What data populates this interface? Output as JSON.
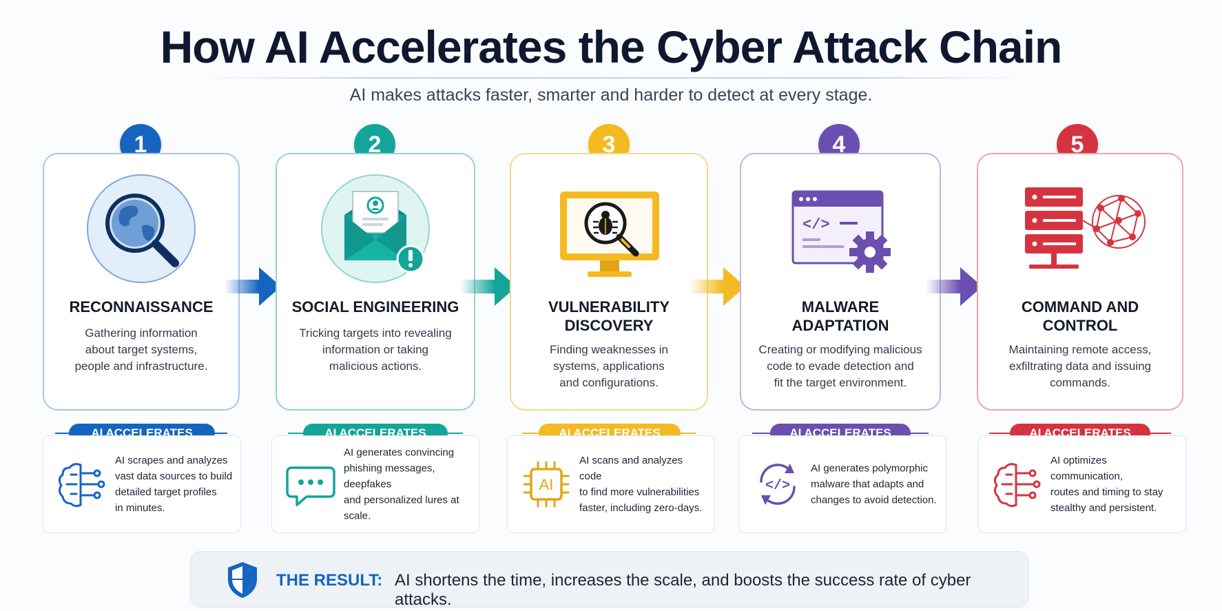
{
  "title": "How AI Accelerates the Cyber Attack Chain",
  "subtitle": "AI makes attacks faster, smarter and harder to detect at every stage.",
  "colors": {
    "blue": "#1565c0",
    "teal": "#14a59a",
    "yellow": "#f5b921",
    "purple": "#6a4fb0",
    "red": "#d63340"
  },
  "stages": [
    {
      "number": "1",
      "name_lines": [
        "RECONNAISSANCE"
      ],
      "description_lines": [
        "Gathering information",
        "about target systems,",
        "people and infrastructure."
      ],
      "icon": "globe-magnifier-icon",
      "accelerates_label": "AI ACCELERATES",
      "accelerates_icon": "brain-circuit-icon",
      "accelerates_lines": [
        "AI scrapes and analyzes",
        "vast data sources to build",
        "detailed target profiles",
        "in minutes."
      ]
    },
    {
      "number": "2",
      "name_lines": [
        "SOCIAL ENGINEERING"
      ],
      "description_lines": [
        "Tricking targets into revealing",
        "information or taking",
        "malicious actions."
      ],
      "icon": "envelope-alert-icon",
      "accelerates_label": "AI ACCELERATES",
      "accelerates_icon": "chat-bubble-icon",
      "accelerates_lines": [
        "AI generates convincing",
        "phishing messages, deepfakes",
        "and personalized lures at",
        "scale."
      ]
    },
    {
      "number": "3",
      "name_lines": [
        "VULNERABILITY",
        "DISCOVERY"
      ],
      "description_lines": [
        "Finding weaknesses in",
        "systems, applications",
        "and configurations."
      ],
      "icon": "monitor-bug-icon",
      "accelerates_label": "AI ACCELERATES",
      "accelerates_icon": "ai-chip-icon",
      "accelerates_chip_text": "AI",
      "accelerates_lines": [
        "AI scans and analyzes code",
        "to find more vulnerabilities",
        "faster, including zero-days."
      ]
    },
    {
      "number": "4",
      "name_lines": [
        "MALWARE",
        "ADAPTATION"
      ],
      "description_lines": [
        "Creating or modifying malicious",
        "code to evade detection and",
        "fit the target environment."
      ],
      "icon": "code-window-gear-icon",
      "accelerates_label": "AI ACCELERATES",
      "accelerates_icon": "code-cycle-icon",
      "accelerates_lines": [
        "AI generates polymorphic",
        "malware that adapts and",
        "changes to avoid detection."
      ]
    },
    {
      "number": "5",
      "name_lines": [
        "COMMAND AND",
        "CONTROL"
      ],
      "description_lines": [
        "Maintaining remote access,",
        "exfiltrating data and issuing",
        "commands."
      ],
      "icon": "server-network-icon",
      "accelerates_label": "AI ACCELERATES",
      "accelerates_icon": "brain-circuit-icon",
      "accelerates_lines": [
        "AI optimizes communication,",
        "routes and timing to stay",
        "stealthy and persistent."
      ]
    }
  ],
  "result": {
    "label": "THE RESULT:",
    "text": "AI shortens the time, increases the scale, and boosts the success rate of cyber attacks.",
    "icon": "shield-icon"
  }
}
